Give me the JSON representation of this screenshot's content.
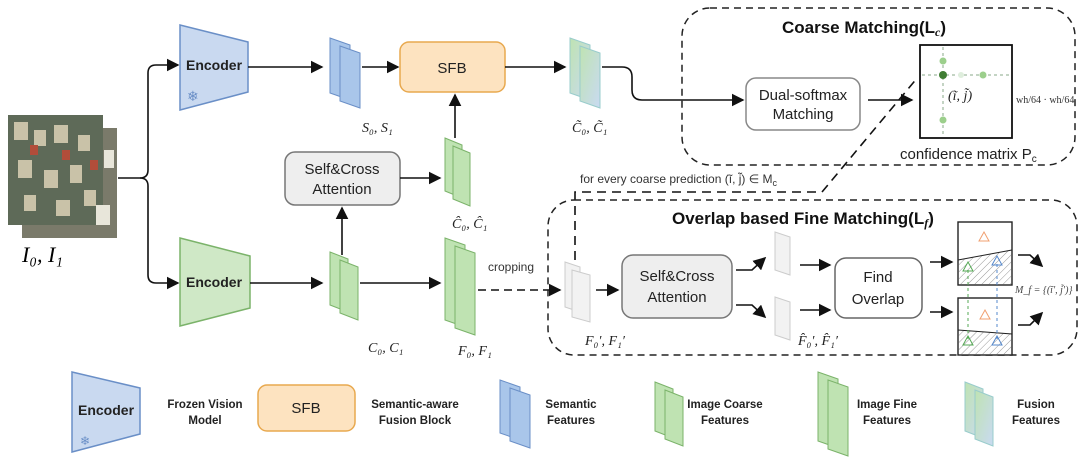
{
  "colors": {
    "frozen_encoder": "#c9d9f0",
    "image_encoder": "#cfe8c6",
    "sfb": "#fde3c0",
    "attention": "#eeeeee",
    "semantic": "#a9c6ea",
    "image_features": "#bfe3b2",
    "fusion": "#d5ebe0"
  },
  "input": {
    "label": "I₀, I₁"
  },
  "encoder_top": {
    "label": "Encoder",
    "icon": "snowflake-icon"
  },
  "encoder_bottom": {
    "label": "Encoder"
  },
  "semantic_label": "S₀, S₁",
  "sfb_label": "SFB",
  "fusion_label": "C̃₀, C̃₁",
  "attention_top": {
    "line1": "Self&Cross",
    "line2": "Attention"
  },
  "hat_c_label": "Ĉ₀, Ĉ₁",
  "coarse_label": "C₀, C₁",
  "fine_label": "F₀, F₁",
  "cropping": "cropping",
  "coarse_matching": {
    "title": "Coarse Matching(L",
    "title_sub": "c",
    "title_end": ")",
    "dual1": "Dual-softmax",
    "dual2": "Matching",
    "point": "(ĩ, j̃)",
    "size": "wh/64 · wh/64",
    "caption": "confidence matrix P",
    "caption_sub": "c"
  },
  "every_coarse": "for every coarse prediction (ĩ, j̃) ∈ M",
  "every_coarse_sub": "c",
  "fine_matching": {
    "title": "Overlap based Fine Matching(L",
    "title_sub": "f",
    "title_end": ")",
    "crop_label": "F₀′, F₁′",
    "att1": "Self&Cross",
    "att2": "Attention",
    "hat_label": "F̂₀′, F̂₁′",
    "find1": "Find",
    "find2": "Overlap",
    "result": "M_f = {(ĩ′, j̃′)}"
  },
  "legend": [
    {
      "icon": "Encoder",
      "l1": "Frozen Vision",
      "l2": "Model"
    },
    {
      "icon": "SFB",
      "l1": "Semantic-aware",
      "l2": "Fusion Block"
    },
    {
      "l1": "Semantic",
      "l2": "Features"
    },
    {
      "l1": "Image Coarse",
      "l2": "Features"
    },
    {
      "l1": "Image Fine",
      "l2": "Features"
    },
    {
      "l1": "Fusion",
      "l2": "Features"
    }
  ]
}
